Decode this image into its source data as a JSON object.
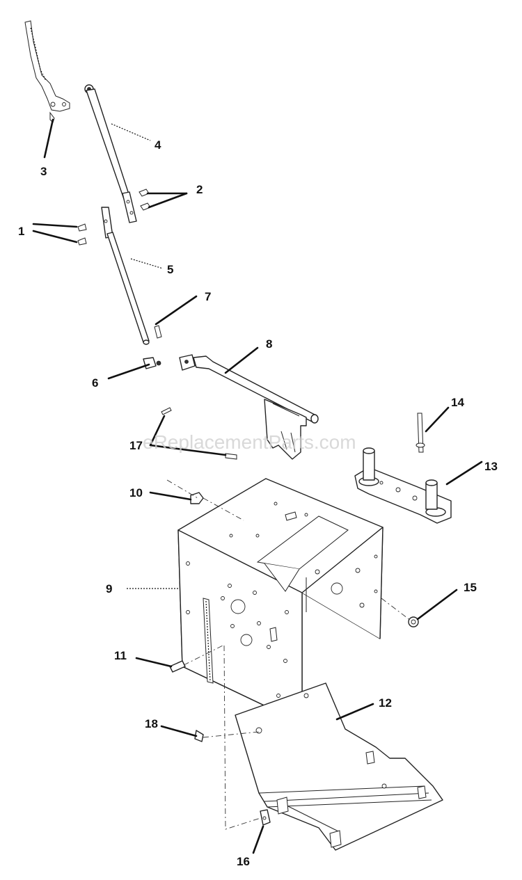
{
  "watermark": "eReplacementParts.com",
  "callouts": [
    {
      "id": "1",
      "label": "1"
    },
    {
      "id": "2",
      "label": "2"
    },
    {
      "id": "3",
      "label": "3"
    },
    {
      "id": "4",
      "label": "4"
    },
    {
      "id": "5",
      "label": "5"
    },
    {
      "id": "6",
      "label": "6"
    },
    {
      "id": "7",
      "label": "7"
    },
    {
      "id": "8",
      "label": "8"
    },
    {
      "id": "9",
      "label": "9"
    },
    {
      "id": "10",
      "label": "10"
    },
    {
      "id": "11",
      "label": "11"
    },
    {
      "id": "12",
      "label": "12"
    },
    {
      "id": "13",
      "label": "13"
    },
    {
      "id": "14",
      "label": "14"
    },
    {
      "id": "15",
      "label": "15"
    },
    {
      "id": "16",
      "label": "16"
    },
    {
      "id": "17",
      "label": "17"
    },
    {
      "id": "18",
      "label": "18"
    }
  ]
}
